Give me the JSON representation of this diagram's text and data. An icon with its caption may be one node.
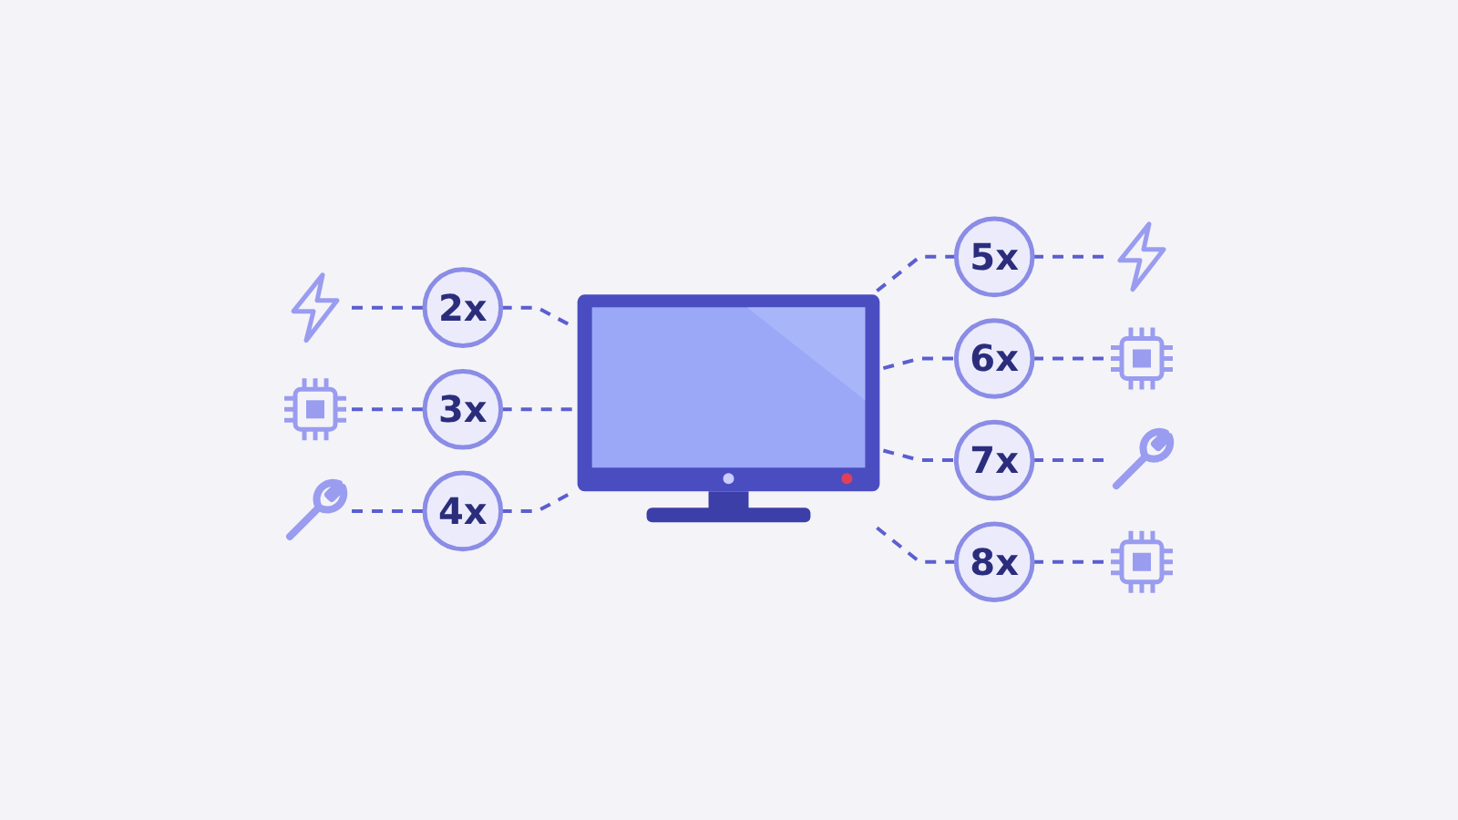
{
  "diagram": {
    "nodes": [
      {
        "text": [],
        "shape": "picture"
      },
      {
        "text": [
          "2x"
        ]
      },
      {
        "text": [],
        "shape": "picture"
      },
      {
        "text": [
          "3x"
        ]
      },
      {
        "text": [],
        "shape": "picture"
      },
      {
        "text": [
          "4x"
        ]
      },
      {
        "text": [],
        "shape": "picture"
      },
      {
        "text": [
          "5x"
        ]
      },
      {
        "text": [],
        "shape": "picture"
      },
      {
        "text": [
          "6x"
        ]
      },
      {
        "text": [],
        "shape": "picture"
      },
      {
        "text": [
          "7x"
        ]
      },
      {
        "text": [],
        "shape": "picture"
      },
      {
        "text": [
          "8x"
        ]
      },
      {
        "text": [],
        "shape": "picture"
      }
    ],
    "edges": [
      {
        "from": 0,
        "to": 1,
        "arrow": "none",
        "style": "dashed"
      },
      {
        "from": 1,
        "to": 6,
        "arrow": "none",
        "style": "dashed"
      },
      {
        "from": 2,
        "to": 3,
        "arrow": "none",
        "style": "dashed"
      },
      {
        "from": 3,
        "to": 6,
        "arrow": "none",
        "style": "dashed"
      },
      {
        "from": 4,
        "to": 5,
        "arrow": "none",
        "style": "dashed"
      },
      {
        "from": 5,
        "to": 6,
        "arrow": "none",
        "style": "dashed"
      },
      {
        "from": 6,
        "to": 7,
        "arrow": "none",
        "style": "dashed"
      },
      {
        "from": 7,
        "to": 8,
        "arrow": "none",
        "style": "dashed"
      },
      {
        "from": 6,
        "to": 9,
        "arrow": "none",
        "style": "dashed"
      },
      {
        "from": 9,
        "to": 10,
        "arrow": "none",
        "style": "dashed"
      },
      {
        "from": 6,
        "to": 11,
        "arrow": "none",
        "style": "dashed"
      },
      {
        "from": 11,
        "to": 12,
        "arrow": "none",
        "style": "dashed"
      },
      {
        "from": 6,
        "to": 13,
        "arrow": "none",
        "style": "dashed"
      },
      {
        "from": 13,
        "to": 14,
        "arrow": "none",
        "style": "dashed"
      }
    ]
  }
}
